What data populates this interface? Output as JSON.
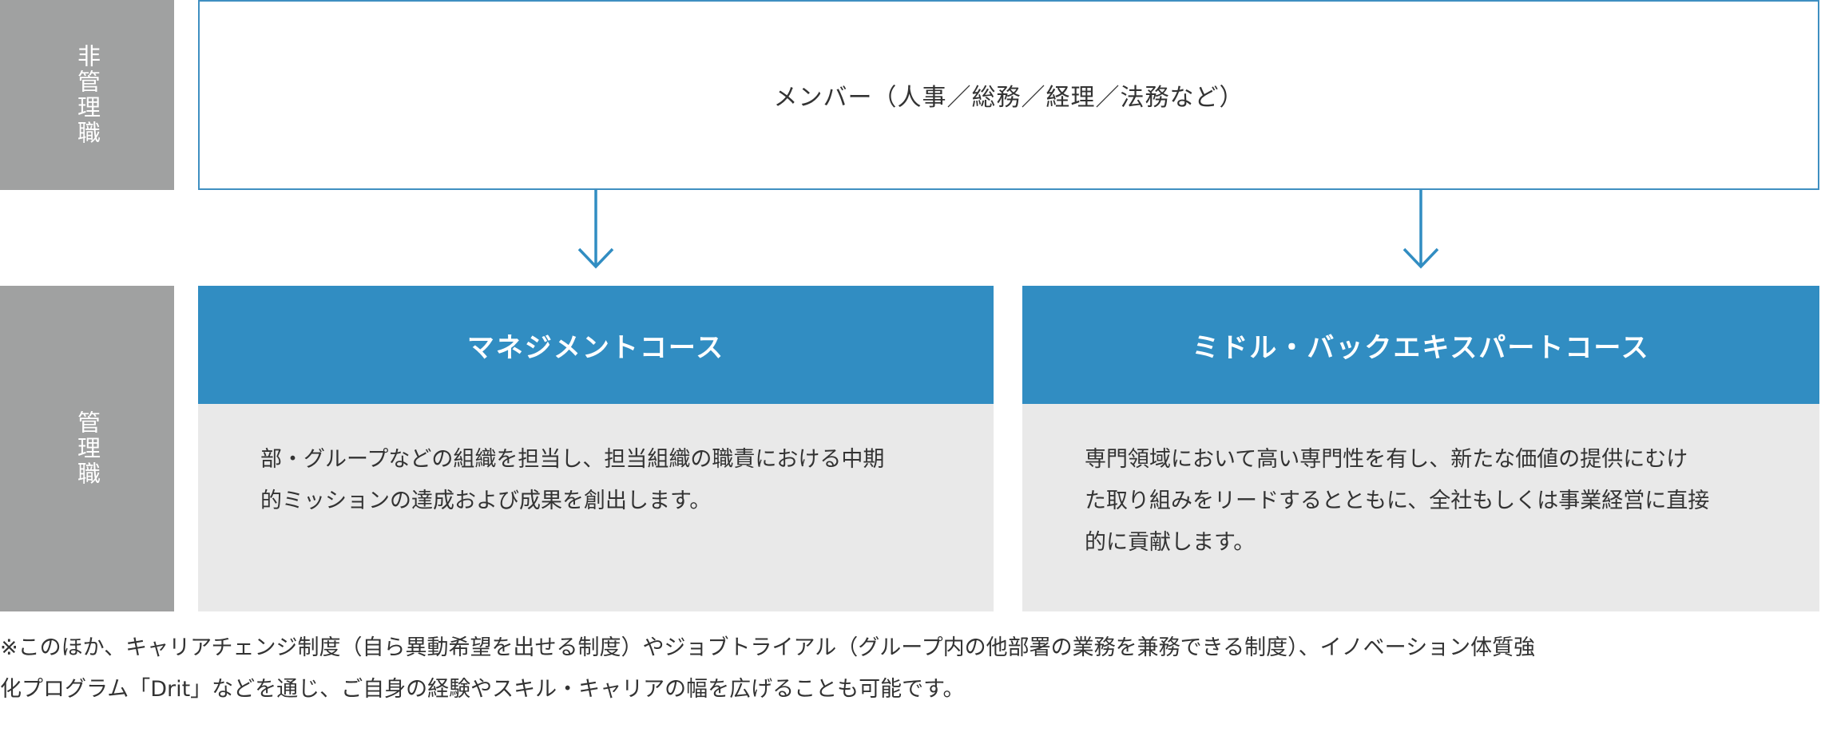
{
  "side_labels": {
    "non_management": "非管理職",
    "management": "管理職"
  },
  "member_box": {
    "text": "メンバー（人事／総務／経理／法務など）"
  },
  "courses": [
    {
      "title": "マネジメントコース",
      "description_lines": [
        "部・グループなどの組織を担当し、担当組織の職責における中期",
        "的ミッションの達成および成果を創出します。"
      ]
    },
    {
      "title": "ミドル・バックエキスパートコース",
      "description_lines": [
        "専門領域において高い専門性を有し、新たな価値の提供にむけ",
        "た取り組みをリードするとともに、全社もしくは事業経営に直接",
        "的に貢献します。"
      ]
    }
  ],
  "note_lines": [
    "※このほか、キャリアチェンジ制度（自ら異動希望を出せる制度）やジョブトライアル（グループ内の他部署の業務を兼務できる制度）、イノベーション体質強",
    "化プログラム「Drit」などを通じ、ご自身の経験やスキル・キャリアの幅を広げることも可能です。"
  ],
  "colors": {
    "accent_blue": "#318dc2",
    "border_blue": "#3f8fc1",
    "side_gray": "#a0a1a1",
    "body_gray": "#e9e9e9"
  },
  "icons": {
    "down_arrow": "down-arrow-icon"
  }
}
